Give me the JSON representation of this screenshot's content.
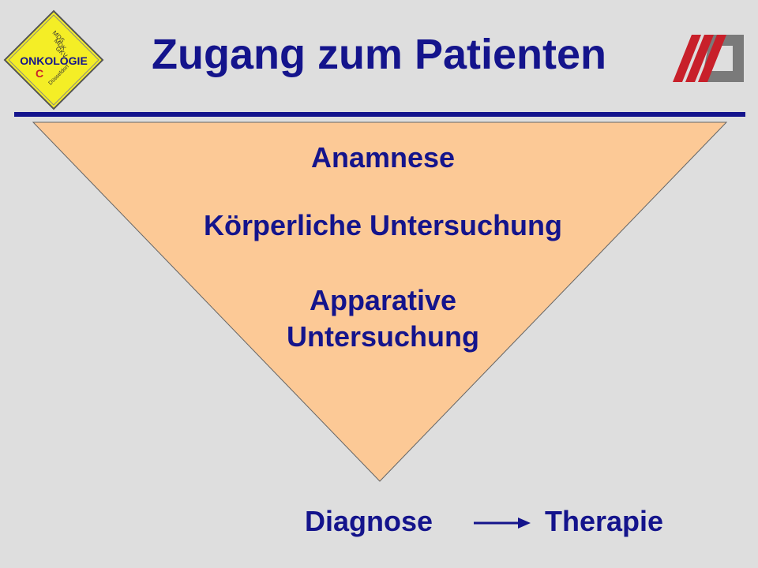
{
  "slide": {
    "title": "Zugang zum Patienten"
  },
  "logo_left": {
    "main": "ONKOLOGIE",
    "sub": "C",
    "tags": [
      "MDS",
      "MDK",
      "GKV"
    ],
    "city": "Düsseldorf"
  },
  "pyramid": {
    "levels": [
      {
        "lines": [
          "Anamnese"
        ]
      },
      {
        "lines": [
          "Körperliche Untersuchung"
        ]
      },
      {
        "lines": [
          "Apparative",
          "Untersuchung"
        ]
      }
    ]
  },
  "flow": {
    "from": "Diagnose",
    "to": "Therapie"
  },
  "colors": {
    "background": "#dedede",
    "text": "#14148c",
    "triangle_fill": "#fcc996",
    "logo_red": "#c8202a",
    "logo_yellow": "#f4ee26"
  }
}
